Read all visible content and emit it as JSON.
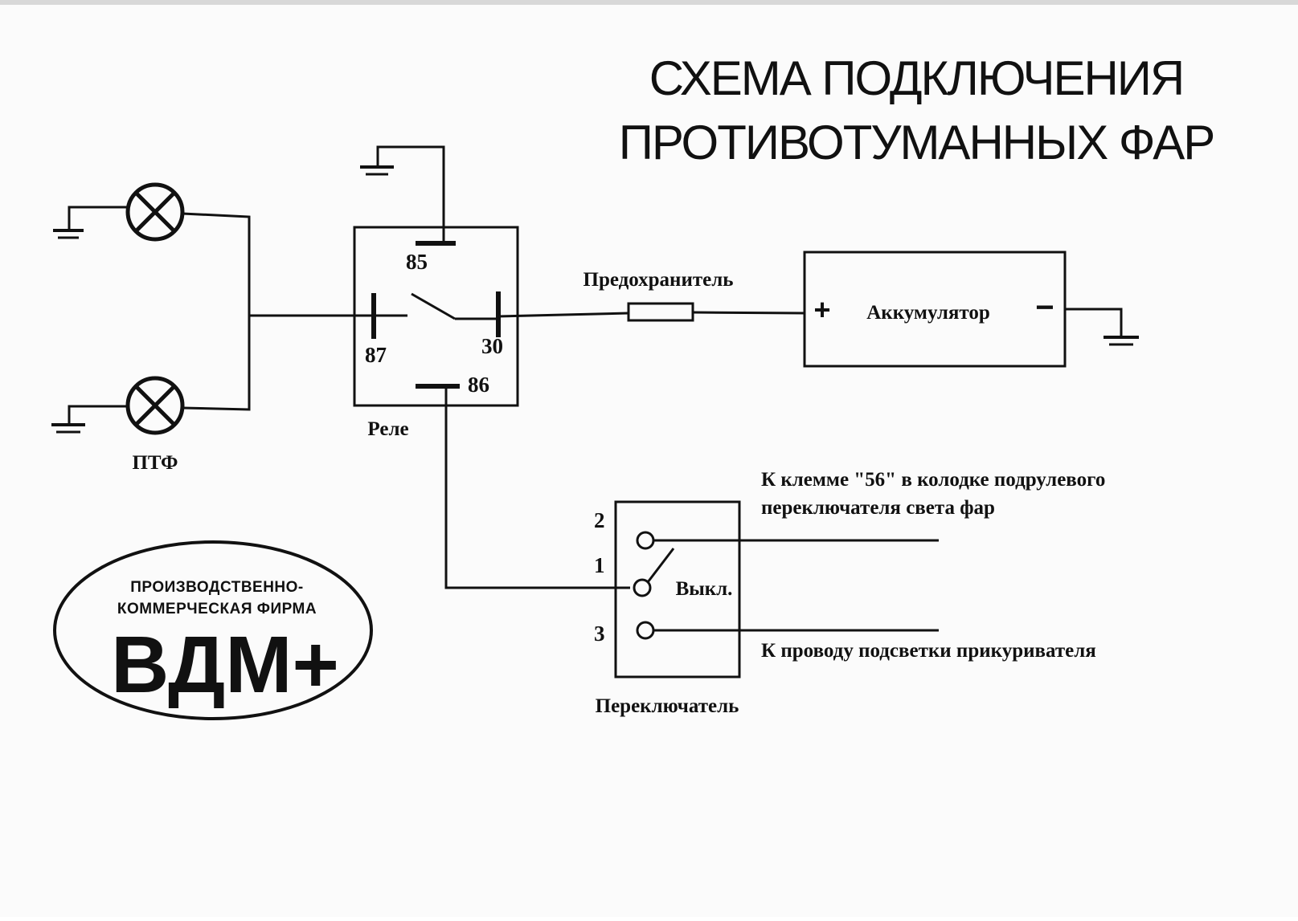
{
  "title": {
    "line1": "СХЕМА ПОДКЛЮЧЕНИЯ",
    "line2": "ПРОТИВОТУМАННЫХ ФАР"
  },
  "lamps": {
    "label": "ПТФ"
  },
  "relay": {
    "label": "Реле",
    "pin_85": "85",
    "pin_86": "86",
    "pin_87": "87",
    "pin_30": "30"
  },
  "fuse": {
    "label": "Предохранитель"
  },
  "battery": {
    "label": "Аккумулятор",
    "plus": "+",
    "minus": "−"
  },
  "switch": {
    "label": "Переключатель",
    "off_label": "Выкл.",
    "pin_1": "1",
    "pin_2": "2",
    "pin_3": "3"
  },
  "notes": {
    "terminal_56_line1": "К клемме \"56\" в колодке подрулевого",
    "terminal_56_line2": "переключателя света фар",
    "lighter_wire": "К проводу подсветки прикуривателя"
  },
  "logo": {
    "line1": "ПРОИЗВОДСТВЕННО-",
    "line2": "КОММЕРЧЕСКАЯ ФИРМА",
    "brand": "ВДМ+"
  }
}
